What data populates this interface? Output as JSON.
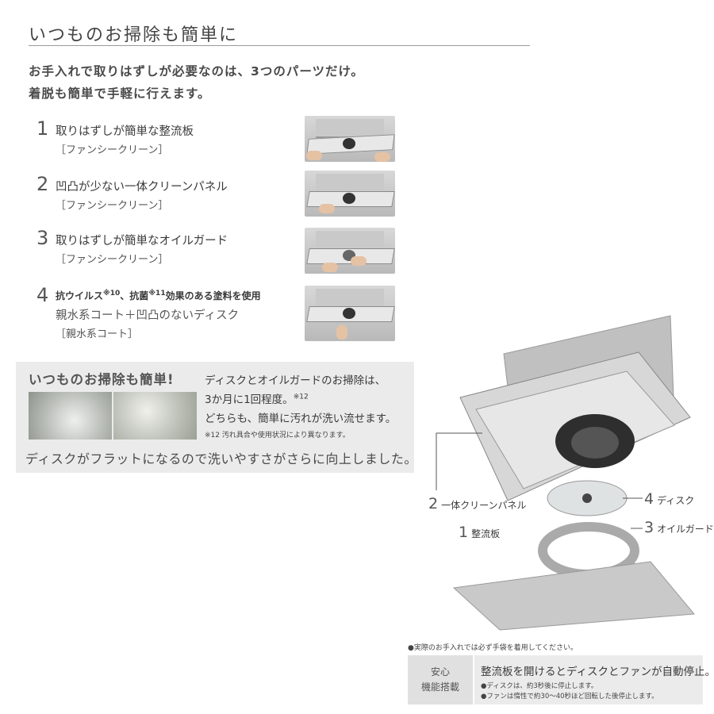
{
  "header": {
    "title": "いつものお掃除も簡単に",
    "lead_line1": "お手入れで取りはずしが必要なのは、3つのパーツだけ。",
    "lead_line2": "着脱も簡単で手軽に行えます。"
  },
  "parts": [
    {
      "num": "1",
      "line1": "取りはずしが簡単な整流板",
      "line2": "［ファンシークリーン］"
    },
    {
      "num": "2",
      "line1": "凹凸が少ない一体クリーンパネル",
      "line2": "［ファンシークリーン］"
    },
    {
      "num": "3",
      "line1": "取りはずしが簡単なオイルガード",
      "line2": "［ファンシークリーン］"
    },
    {
      "num": "4",
      "line1_a": "抗ウイルス",
      "line1_sup_a": "※10",
      "line1_b": "、抗菌",
      "line1_sup_b": "※11",
      "line1_c": "効果のある塗料を使用",
      "line2": "親水系コート＋凹凸のないディスク",
      "line3": "［親水系コート］"
    }
  ],
  "cleaning_box": {
    "heading": "いつものお掃除も簡単!",
    "text1": "ディスクとオイルガードのお掃除は、",
    "text2": "3か月に1回程度。",
    "text2_sup": "※12",
    "text3": "どちらも、簡単に汚れが洗い流せます。",
    "note": "※12 汚れ具合や使用状況により異なります。",
    "bottom": "ディスクがフラットになるので洗いやすさがさらに向上しました。"
  },
  "diagram_labels": [
    {
      "num": "2",
      "text": "一体クリーンパネル"
    },
    {
      "num": "4",
      "text": "ディスク"
    },
    {
      "num": "1",
      "text": "整流板"
    },
    {
      "num": "3",
      "text": "オイルガード"
    }
  ],
  "caution": "●実際のお手入れでは必ず手袋を着用してください。",
  "safety": {
    "label_line1": "安心",
    "label_line2": "機能搭載",
    "title": "整流板を開けるとディスクとファンが自動停止。",
    "bullet1": "●ディスクは、約3秒後に停止します。",
    "bullet2": "●ファンは惰性で約30〜40秒ほど回転した後停止します。"
  },
  "colors": {
    "text": "#3a3a3a",
    "panel_gray": "#ebebeb",
    "rule": "#9a9a9a"
  }
}
